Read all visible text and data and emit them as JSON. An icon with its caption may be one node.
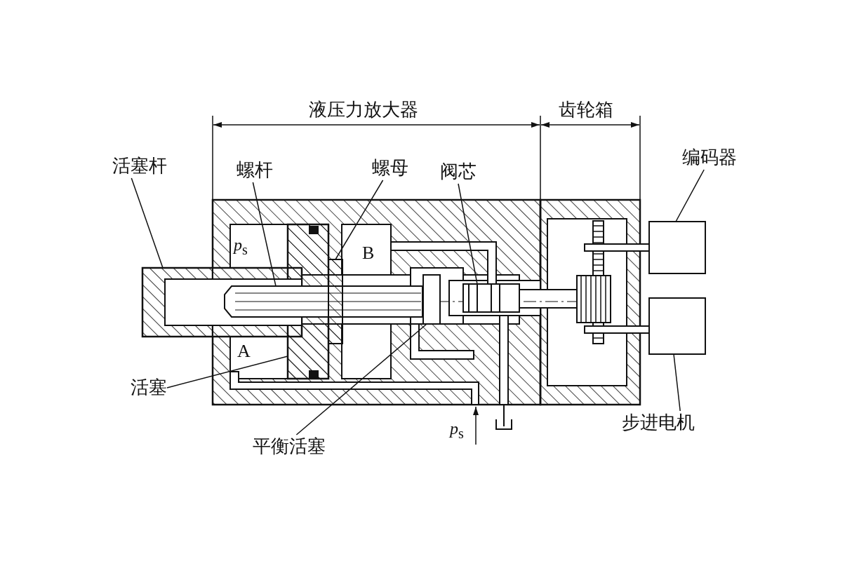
{
  "diagram": {
    "nodes": [
      {
        "text": [
          "活塞杆"
        ]
      },
      {
        "text": [],
        "shape": "box"
      },
      {
        "text": [
          "螺杆"
        ]
      },
      {
        "text": [],
        "shape": "box"
      },
      {
        "text": [
          "螺母"
        ]
      },
      {
        "text": [],
        "shape": "box"
      },
      {
        "text": [
          "阀芯"
        ]
      },
      {
        "text": [],
        "shape": "box"
      },
      {
        "text": [
          "编码器"
        ]
      },
      {
        "text": [],
        "shape": "box"
      },
      {
        "text": [
          "活塞"
        ]
      },
      {
        "text": [],
        "shape": "box"
      },
      {
        "text": [
          "平衡活塞"
        ]
      },
      {
        "text": [],
        "shape": "box"
      },
      {
        "text": [
          "步进电机"
        ]
      },
      {
        "text": [],
        "shape": "box"
      }
    ],
    "edges": [
      {
        "from": 0,
        "to": 1,
        "arrow": "none"
      },
      {
        "from": 2,
        "to": 3,
        "arrow": "none"
      },
      {
        "from": 4,
        "to": 5,
        "arrow": "none"
      },
      {
        "from": 6,
        "to": 7,
        "arrow": "none"
      },
      {
        "from": 8,
        "to": 9,
        "arrow": "none"
      },
      {
        "from": 10,
        "to": 11,
        "arrow": "none"
      },
      {
        "from": 12,
        "to": 13,
        "arrow": "none"
      },
      {
        "from": 14,
        "to": 15,
        "arrow": "none"
      }
    ],
    "labels": [
      "液压力放大器",
      "齿轮箱",
      "*p*$_{s}$",
      "B",
      "A",
      "*p*$_{s}$"
    ]
  }
}
